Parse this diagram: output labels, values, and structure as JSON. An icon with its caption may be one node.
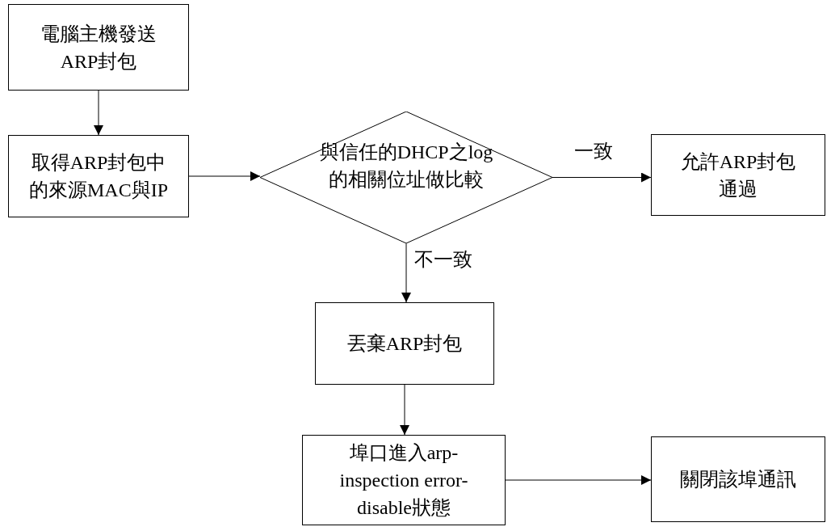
{
  "diagram": {
    "nodes": [
      {
        "text": [
          "電腦主機發送ARP封包"
        ]
      },
      {
        "text": [
          "取得ARP封包中的來源MAC與IP"
        ]
      },
      {
        "text": [
          "與信任的DHCP之log的相關位址做比較"
        ]
      },
      {
        "text": [
          "允許ARP封包通過"
        ]
      },
      {
        "text": [
          "丟棄ARP封包"
        ]
      },
      {
        "text": [
          "埠口進入arp-inspection error-disable狀態"
        ]
      },
      {
        "text": [
          "關閉該埠通訊"
        ]
      }
    ],
    "edges": [
      {
        "from": 0,
        "to": 1,
        "arrow": "to"
      },
      {
        "from": 1,
        "to": 2,
        "arrow": "to"
      },
      {
        "from": 2,
        "to": 3,
        "arrow": "to",
        "label": "一致"
      },
      {
        "from": 2,
        "to": 4,
        "arrow": "to",
        "label": "不一致"
      },
      {
        "from": 4,
        "to": 5,
        "arrow": "to"
      },
      {
        "from": 5,
        "to": 6,
        "arrow": "to"
      }
    ]
  }
}
